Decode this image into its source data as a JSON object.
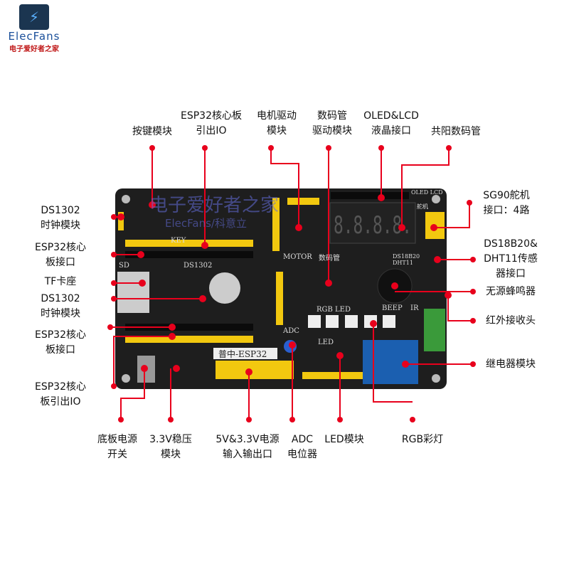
{
  "logo": {
    "name": "ElecFans",
    "subtitle": "电子爱好者之家"
  },
  "watermark": {
    "line1": "电子爱好者之家",
    "line2": "ElecFans/科意立"
  },
  "board": {
    "title": "普中-ESP32",
    "silk": {
      "key": "KEY",
      "motor": "MOTOR",
      "seg": "数码管",
      "rgb": "RGB LED",
      "beep": "BEEP",
      "ir": "IR",
      "adc": "ADC",
      "led": "LED",
      "ds1302": "DS1302",
      "sd": "SD",
      "oled": "OLED LCD",
      "ds18b20": "DS18B20 DHT11",
      "servo": "舵机"
    },
    "digits": "8.8.8.8."
  },
  "callouts": {
    "keys": [
      "按键模块"
    ],
    "esp32_io_top": [
      "ESP32核心板",
      "引出IO"
    ],
    "motor": [
      "电机驱动",
      "模块"
    ],
    "seg_driver": [
      "数码管",
      "驱动模块"
    ],
    "oled": [
      "OLED&LCD",
      "液晶接口"
    ],
    "seg_display": [
      "共阳数码管"
    ],
    "servo": [
      "SG90舵机",
      "接口：4路"
    ],
    "sensor": [
      "DS18B20&",
      "DHT11传感",
      "器接口"
    ],
    "buzzer": [
      "无源蜂鸣器"
    ],
    "ir": [
      "红外接收头"
    ],
    "relay": [
      "继电器模块"
    ],
    "rgb": [
      "RGB彩灯"
    ],
    "led": [
      "LED模块"
    ],
    "adc": [
      "ADC",
      "电位器"
    ],
    "power_io": [
      "5V&3.3V电源",
      "输入输出口"
    ],
    "regulator": [
      "3.3V稳压",
      "模块"
    ],
    "switch": [
      "底板电源",
      "开关"
    ],
    "ds1302_a": [
      "DS1302",
      "时钟模块"
    ],
    "esp32_if_a": [
      "ESP32核心",
      "板接口"
    ],
    "tf": [
      "TF卡座"
    ],
    "ds1302_b": [
      "DS1302",
      "时钟模块"
    ],
    "esp32_if_b": [
      "ESP32核心",
      "板接口"
    ],
    "esp32_io_b": [
      "ESP32核心",
      "板引出IO"
    ]
  },
  "colors": {
    "accent": "#e8001c",
    "board": "#1e1e1e",
    "header": "#f2c80f"
  }
}
